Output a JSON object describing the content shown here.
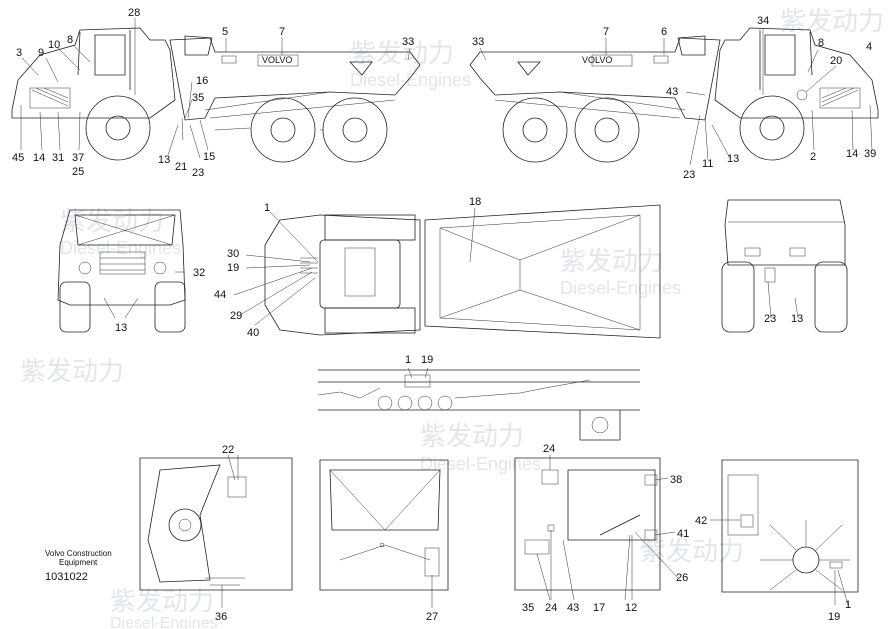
{
  "caption": {
    "line1": "Volvo Construction",
    "line2": "Equipment",
    "part_number": "1031022"
  },
  "watermark": {
    "cn": "紫发动力",
    "en": "Diesel-Engines"
  },
  "truck_side_text": "VOLVO",
  "labels": {
    "l_3": "3",
    "l_9": "9",
    "l_10": "10",
    "l_8a": "8",
    "l_28": "28",
    "l_5": "5",
    "l_7a": "7",
    "l_33a": "33",
    "l_16": "16",
    "l_35a": "35",
    "l_45": "45",
    "l_14a": "14",
    "l_31": "31",
    "l_37": "37",
    "l_25": "25",
    "l_13a": "13",
    "l_21": "21",
    "l_23a": "23",
    "l_15": "15",
    "l_33b": "33",
    "l_7b": "7",
    "l_6": "6",
    "l_34": "34",
    "l_8b": "8",
    "l_4": "4",
    "l_20": "20",
    "l_43a": "43",
    "l_23b": "23",
    "l_11": "11",
    "l_13b": "13",
    "l_2": "2",
    "l_14b": "14",
    "l_39": "39",
    "l_32": "32",
    "l_13c": "13",
    "l_1a": "1",
    "l_30": "30",
    "l_19a": "19",
    "l_44": "44",
    "l_29": "29",
    "l_40": "40",
    "l_18": "18",
    "l_23c": "23",
    "l_13d": "13",
    "l_1b": "1",
    "l_19b": "19",
    "l_22": "22",
    "l_36": "36",
    "l_27": "27",
    "l_24a": "24",
    "l_38": "38",
    "l_41": "41",
    "l_26": "26",
    "l_35b": "35",
    "l_24b": "24",
    "l_43b": "43",
    "l_17": "17",
    "l_12": "12",
    "l_42": "42",
    "l_19c": "19",
    "l_1c": "1"
  }
}
